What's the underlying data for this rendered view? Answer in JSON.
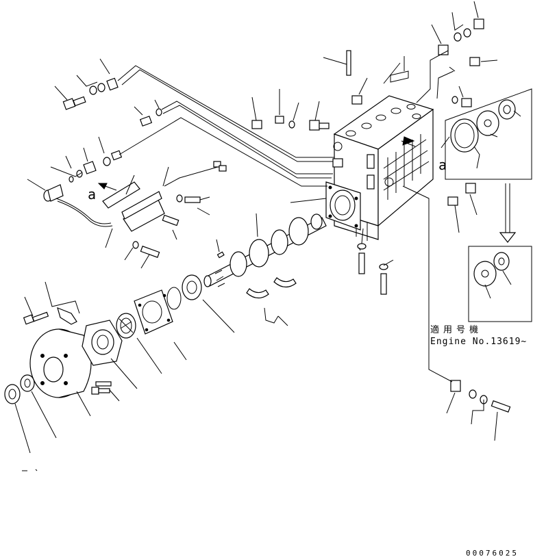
{
  "labels": {
    "view_a_left": "a",
    "view_a_right": "a",
    "applicable_title": "適用号機",
    "applicable_engine": "Engine No.13619~",
    "document_number": "00076025"
  }
}
